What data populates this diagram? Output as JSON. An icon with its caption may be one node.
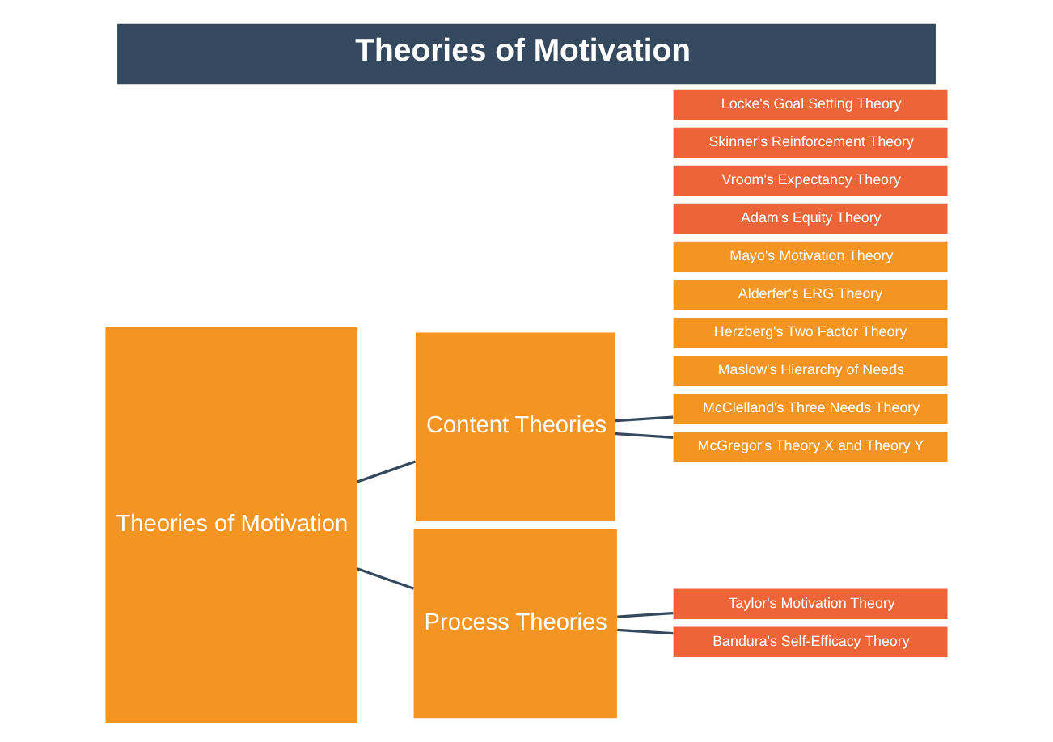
{
  "diagram": {
    "title": "Theories of Motivation",
    "nodes": [
      {
        "text": [
          "Theories of Motivation"
        ]
      },
      {
        "text": [
          "Content Theories"
        ]
      },
      {
        "text": [
          "Process Theories"
        ]
      },
      {
        "text": [
          "Maslow's Hierarchy of Needs"
        ]
      },
      {
        "text": [
          "Herzberg's Two Factor Theory"
        ]
      },
      {
        "text": [
          "McClelland's Three Needs Theory"
        ]
      },
      {
        "text": [
          "McGregor's Theory X and Theory Y"
        ]
      },
      {
        "text": [
          "Alderfer's ERG Theory"
        ]
      },
      {
        "text": [
          "Mayo's Motivation Theory"
        ]
      },
      {
        "text": [
          "Adam's Equity Theory"
        ]
      },
      {
        "text": [
          "Vroom's Expectancy Theory"
        ]
      },
      {
        "text": [
          "Taylor's Motivation Theory"
        ]
      },
      {
        "text": [
          "Bandura's Self-Efficacy Theory"
        ]
      },
      {
        "text": [
          "Skinner's Reinforcement Theory"
        ]
      },
      {
        "text": [
          "Locke's Goal Setting Theory"
        ]
      }
    ],
    "edges": [
      {
        "from": 0,
        "to": 1,
        "arrow": "none"
      },
      {
        "from": 0,
        "to": 2,
        "arrow": "none"
      },
      {
        "from": 1,
        "to": 5,
        "arrow": "none"
      },
      {
        "from": 1,
        "to": 6,
        "arrow": "none"
      },
      {
        "from": 2,
        "to": 11,
        "arrow": "none"
      },
      {
        "from": 2,
        "to": 12,
        "arrow": "none"
      }
    ]
  }
}
